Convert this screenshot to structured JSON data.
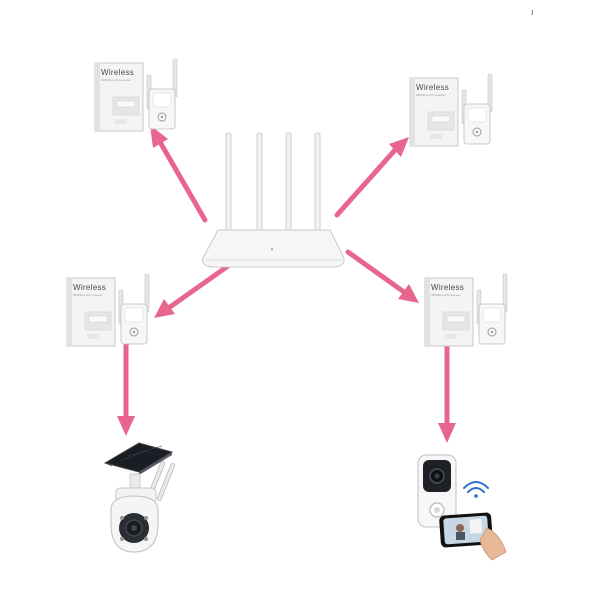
{
  "diagram": {
    "corner_mark": "ı",
    "extender_box_label": "Wireless",
    "extender_box_sublabel": "300Mbps wifi repeater",
    "arrow_color": "#e8668e",
    "nodes": [
      {
        "id": "router",
        "icon": "router-icon"
      },
      {
        "id": "extender-top-left",
        "icon": "extender-icon"
      },
      {
        "id": "extender-top-right",
        "icon": "extender-icon"
      },
      {
        "id": "extender-mid-left",
        "icon": "extender-icon"
      },
      {
        "id": "extender-mid-right",
        "icon": "extender-icon"
      },
      {
        "id": "solar-camera",
        "icon": "solar-camera-icon"
      },
      {
        "id": "video-doorbell",
        "icon": "video-doorbell-icon"
      }
    ],
    "edges": [
      {
        "from": "router",
        "to": "extender-top-left"
      },
      {
        "from": "router",
        "to": "extender-top-right"
      },
      {
        "from": "router",
        "to": "extender-mid-left"
      },
      {
        "from": "router",
        "to": "extender-mid-right"
      },
      {
        "from": "extender-mid-left",
        "to": "solar-camera"
      },
      {
        "from": "extender-mid-right",
        "to": "video-doorbell"
      }
    ]
  }
}
